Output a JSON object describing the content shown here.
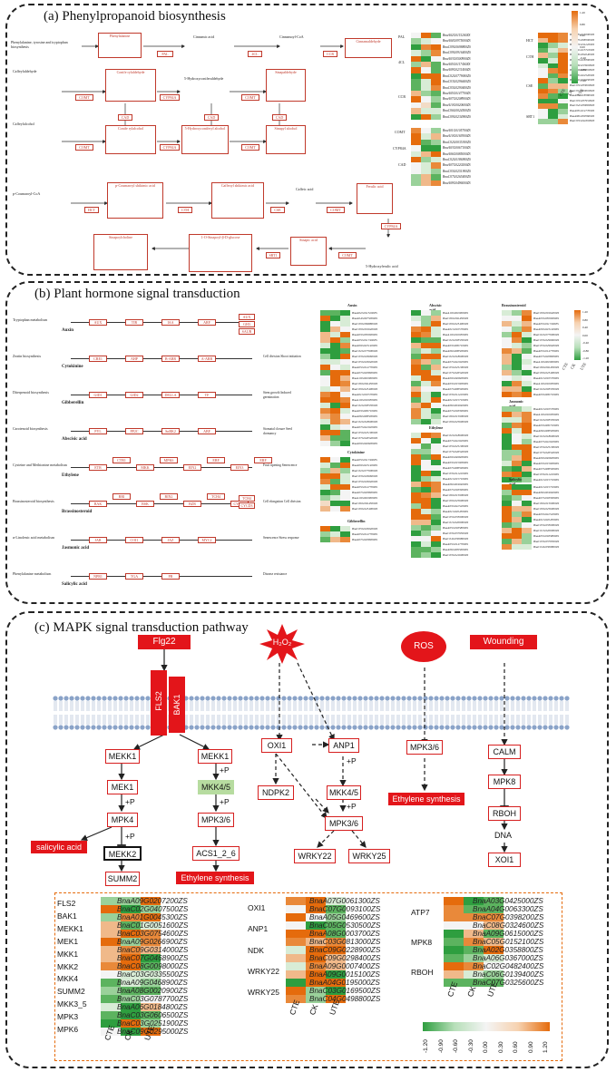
{
  "panels": {
    "a": {
      "title": "(a) Phenylpropanoid biosynthesis"
    },
    "b": {
      "title": "(b) Plant hormone signal transduction"
    },
    "c": {
      "title": "(c) MAPK signal transduction pathway"
    }
  },
  "panel_a": {
    "start_label": "Phenylalanine, tyrosine and tryptophan biosynthesis",
    "row1": [
      "Phenylalanine",
      "Cinnamic acid",
      "Cinnamoyl-CoA",
      "Cinnamaldehyde"
    ],
    "row1_enzymes": [
      "PAL",
      "4CL",
      "CCR"
    ],
    "row2": [
      "Caffeylaldehyde",
      "Conife rylaldehyde",
      "5-Hydroxyconiferaldehyde",
      "Sinapaldehyde"
    ],
    "row2_enzymes": [
      "COMT",
      "CYP84A",
      "COMT"
    ],
    "cad": "CAD",
    "row3": [
      "Caffeylalcohol",
      "Conife rylalcohol",
      "5-Hydroxyconiferyl alcohol",
      "Sinapyl alcohol"
    ],
    "row3_enzymes": [
      "COMT",
      "CYP84A",
      "COMT"
    ],
    "row4": [
      "p-Coumaroyl-CoA",
      "p-Coumaroyl shikimic acid",
      "Caffeoyl shikimic acid",
      "Caffeic acid",
      "Ferulic acid"
    ],
    "row4_enzymes": [
      "HCT",
      "C3'H",
      "CSE",
      "COMT",
      "CYP84A"
    ],
    "row5": [
      "Sinapoylcholine",
      "1-O-Sinapoyl-β-D-glucose",
      "Sinapic acid",
      "5-Hydroxyferulic acid"
    ],
    "row5_enzymes": [
      "SRT1",
      "COMT"
    ],
    "hm_groups_1": [
      "PAL",
      "4CL",
      "CCR"
    ],
    "hm_groups_2": [
      "COMT",
      "CYP84A",
      "CAD"
    ],
    "hm_groups_3": [
      "HCT",
      "C3'H",
      "CSE",
      "SRT1"
    ],
    "scale": [
      "1.20",
      "0.80",
      "0.40",
      "0.00",
      "-0.40",
      "-0.80",
      "-1.20"
    ],
    "cols": [
      "CTE",
      "CK",
      "UTE"
    ],
    "genes_1": [
      "BnaA02G0115200ZS",
      "BnaA04G0975000ZS",
      "BnaC09G0698800ZS",
      "BnaC09G0916400ZS",
      "BnaA03G0500900ZS",
      "BnaA05G0117400ZS",
      "BnaA09G0231400ZS",
      "BnaC02G0779000ZS",
      "BnaC03G0296600ZS",
      "BnaC05G0290400ZS",
      "BnaA05G0147700ZS",
      "BnaA07G0208900ZS",
      "BnaA10G0020600ZS",
      "BnaC06G0024500ZS",
      "BnaC09G0234900ZS"
    ],
    "genes_2": [
      "BnaA01G0105700ZS",
      "BnaA10G0169300ZS",
      "BnaC02G0035300ZS",
      "BnaA03G0067100ZS",
      "BnaA06G0085000ZS",
      "BnaC02G0186900ZS",
      "BnaA07G0220200ZS",
      "BnaC05G0251900ZS",
      "BnaC07G0265400ZS",
      "BnaA09G0496000ZS"
    ],
    "genes_3": [
      "BnaA03G0150000ZS",
      "BnaA07G0085900ZS",
      "BnaC03G0112200ZS",
      "BnaA01G0157100ZS",
      "BnaA06G0040400ZS",
      "BnaA07G0183900ZS",
      "BnaC06G0159000ZS",
      "BnaC09G0256900ZS",
      "BnaA03G0225200ZS",
      "BnaA01G0204500ZS",
      "BnaC05G0330000ZS",
      "BnaC01G0200000ZS",
      "BnaA05G0185800ZS",
      "BnaC03G0379500ZS",
      "BnaC04G0300800ZS",
      "BnaA05G0147700ZS",
      "BnaA06G0095600ZS",
      "BnaC03G0416900ZS"
    ]
  },
  "panel_b": {
    "pathways": [
      {
        "source": "Tryptophan metabolism",
        "hormone": "Auxin",
        "nodes": [
          "AUX",
          "TIR",
          "IAA",
          "ARF"
        ],
        "targets": [
          "AUX",
          "GH3",
          "SAUR"
        ],
        "response": ""
      },
      {
        "source": "Zeatin biosynthesis",
        "hormone": "Cytokinine",
        "nodes": [
          "CRE1",
          "AHP",
          "B-ARR",
          "A-ARR"
        ],
        "targets": [],
        "response": "Cell division Shoot initiation"
      },
      {
        "source": "Diterpenoid biosynthesis",
        "hormone": "Gibberellin",
        "nodes": [
          "GID1",
          "GID2",
          "DELLA",
          "TF"
        ],
        "targets": [],
        "response": "Stem growth Induced germination"
      },
      {
        "source": "Carotenoid biosynthesis",
        "hormone": "Abscisic acid",
        "nodes": [
          "PYL",
          "PP2C",
          "SnRK2",
          "ABF"
        ],
        "targets": [],
        "response": "Stomatal closure Seed dormancy"
      },
      {
        "source": "Cysteine and Methionine metabolism",
        "hormone": "Ethylene",
        "nodes": [
          "ETR",
          "CTR1",
          "MKK",
          "MPK6",
          "EIN2",
          "EBF",
          "EIN3",
          "ERF"
        ],
        "targets": [],
        "response": "Fruit ripening Senescence"
      },
      {
        "source": "Brassinosteroid biosynthesis",
        "hormone": "Brassinosteroid",
        "nodes": [
          "BAK",
          "BRI",
          "BSK",
          "BIN2",
          "BZR",
          "TCH4",
          "CYCD3"
        ],
        "targets": [
          "TCH4",
          "CYCD3"
        ],
        "response": "Cell elongation Cell division"
      },
      {
        "source": "α-Linolenic acid metabolism",
        "hormone": "Jasmonic acid",
        "nodes": [
          "JAR",
          "COI1",
          "JAZ",
          "MYC2"
        ],
        "targets": [],
        "response": "Senescence Stress response"
      },
      {
        "source": "Phenylalanine metabolism",
        "hormone": "Salicylic acid",
        "nodes": [
          "NPR1",
          "TGA",
          "PR"
        ],
        "targets": [],
        "response": "Disease resistance"
      }
    ],
    "hm_sections": [
      "Auxin",
      "Cytokinine",
      "Gibberellin",
      "Abscisic acid",
      "Ethylene",
      "Brassinosteroid",
      "Jasmonic acid",
      "Salicylic acid"
    ],
    "scale": [
      "1.20",
      "0.80",
      "0.40",
      "0.00",
      "-0.40",
      "-0.80",
      "-1.20"
    ],
    "cols": [
      "CTE",
      "CK",
      "UTE"
    ]
  },
  "panel_c": {
    "stimuli": [
      "Flg22",
      "H₂O₂",
      "ROS",
      "Wounding"
    ],
    "receptors": [
      "FLS2",
      "BAK1"
    ],
    "chain1": [
      "MEKK1",
      "MEK1",
      "MPK4",
      "MEKK2",
      "SUMM2"
    ],
    "chain1_out": "salicylic acid",
    "chain2": [
      "MEKK1",
      "MKK4/5",
      "MPK3/6",
      "ACS1_2_6"
    ],
    "chain2_out": "Ethylene synthesis",
    "chain3": [
      "OXI1",
      "ANP1",
      "MKK4/5",
      "NDPK2",
      "MPK3/6",
      "WRKY22",
      "WRKY25"
    ],
    "chain4": [
      "MPK3/6"
    ],
    "chain4_out": "Ethylene synthesis",
    "chain5": [
      "CALM",
      "MPK8",
      "RBOH",
      "DNA",
      "XOI1"
    ],
    "p_label": "+P",
    "hm1": {
      "groups": [
        "FLS2",
        "BAK1",
        "MEKK1",
        "MEK1",
        "MKK1",
        "MKK2",
        "MKK4",
        "SUMM2",
        "MKK3_5",
        "MPK3",
        "MPK6"
      ],
      "genes": [
        "BnaA09G0207200ZS",
        "BnaC02G0407500ZS",
        "BnaA01G0045300ZS",
        "BnaC01G0051600ZS",
        "BnaC03G0754600ZS",
        "BnaA09G0266900ZS",
        "BnaC09G0314000ZS",
        "BnaC07G0468900ZS",
        "BnaC08G0098000ZS",
        "BnaC03G0335500ZS",
        "BnaA09G0468900ZS",
        "BnaA08G0020900ZS",
        "BnaC03G0787700ZS",
        "BnaA06G0184800ZS",
        "BnaC03G0606500ZS",
        "BnaC03G0251900ZS",
        "BnaC09G0295000ZS"
      ]
    },
    "hm2": {
      "groups": [
        "OXI1",
        "ANP1",
        "NDK",
        "WRKY22",
        "WRKY25"
      ],
      "genes": [
        "BnaA07G0061300ZS",
        "BnaC07G0093100ZS",
        "BnaA05G0469600ZS",
        "BnaC05G0530500ZS",
        "BnaA08G0003700ZS",
        "BnaC03G0813000ZS",
        "BnaC09G0228900ZS",
        "BnaC09G0298400ZS",
        "BnaA09G0007400ZS",
        "BnaA09G0015100ZS",
        "BnaA04G0195000ZS",
        "BnaC03G0169500ZS",
        "BnaC04G0498800ZS"
      ]
    },
    "hm3": {
      "groups": [
        "ATP7",
        "MPK8",
        "RBOH"
      ],
      "genes": [
        "BnaA03G0425000ZS",
        "BnaA04G0063300ZS",
        "BnaC07G0398200ZS",
        "BnaC08G0324600ZS",
        "BnaA09G0615000ZS",
        "BnaC05G0152100ZS",
        "BnaA02G0358800ZS",
        "BnaA06G0367000ZS",
        "BnaC02G0482400ZS",
        "BnaC06G0139400ZS",
        "BnaC07G0325600ZS"
      ]
    },
    "cols": [
      "CTE",
      "CK",
      "UTE"
    ],
    "scale": [
      "-1.20",
      "-0.90",
      "-0.60",
      "-0.30",
      "0.00",
      "0.30",
      "0.60",
      "0.90",
      "1.20"
    ]
  },
  "colors": {
    "low": "#2e9e3f",
    "mid": "#f4f4f4",
    "high": "#e56b0c",
    "accent": "#e3151a",
    "node_border": "#c0392b"
  }
}
